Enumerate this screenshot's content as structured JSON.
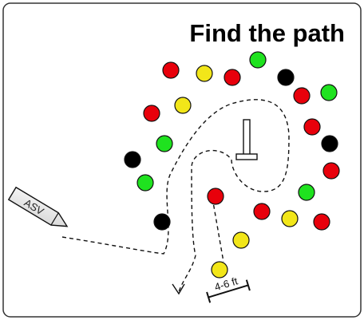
{
  "title": "Find the path",
  "vehicle_label": "ASV",
  "dimension_label": "4-6 ft",
  "colors": {
    "red": "#e8000b",
    "yellow": "#f2e619",
    "green": "#1fe21f",
    "black": "#000000",
    "outline": "#111111",
    "frame": "#333333"
  },
  "buoy_colors_in_scene": [
    "red",
    "yellow",
    "green",
    "black"
  ]
}
